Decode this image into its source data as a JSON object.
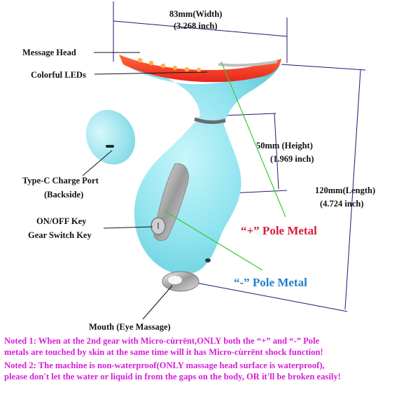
{
  "colors": {
    "dimension_line": "#1a1a7a",
    "positive_line": "#33cc33",
    "negative_line": "#33cc33",
    "positive_text": "#d81b3a",
    "negative_text": "#1f7fd0",
    "note_text": "#d61ed6",
    "device_body": "#8fe3ee",
    "massage_head": "#ff4a2a",
    "leds": "#ffb14a"
  },
  "dimensions": {
    "width_label": "83mm(Width)",
    "width_sub": "(3.268 inch)",
    "height_label": "50mm (Height)",
    "height_sub": "(1.969 inch)",
    "length_label": "120mm(Length)",
    "length_sub": "(4.724 inch)"
  },
  "labels": {
    "message_head": "Message Head",
    "colorful_leds": "Colorful LEDs",
    "type_c_line1": "Type-C Charge Port",
    "type_c_line2": "(Backside)",
    "onoff_line1": "ON/OFF Key",
    "onoff_line2": "Gear Switch Key",
    "mouth": "Mouth (Eye Massage)",
    "positive_pole": "“+” Pole Metal",
    "negative_pole": "“-” Pole Metal"
  },
  "notes": {
    "note1_line1": "Noted 1: When at the 2nd gear with Micro-cùrrēnt,ONLY both the “+” and “-” Pole",
    "note1_line2": "metals are touched by skin at the same time will it has Micro-cùrrēnt shock function!",
    "note2_line1": "Noted 2: The machine is non-waterproof(ONLY massage head surface is waterproof),",
    "note2_line2": "please don't let the water or liquid in from the gaps on the body, OR it'll be broken easily!"
  }
}
